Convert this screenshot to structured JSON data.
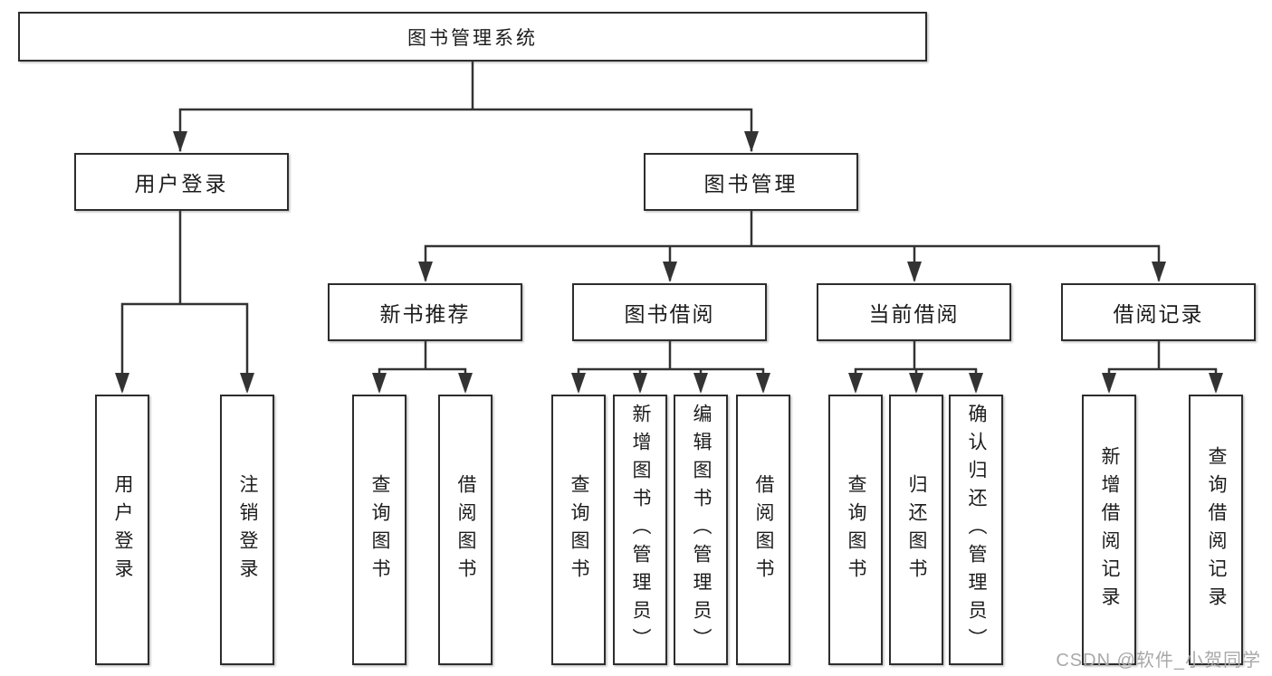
{
  "tree": {
    "root": "图书管理系统",
    "branches": [
      {
        "label": "用户登录",
        "children": [
          "用户登录",
          "注销登录"
        ]
      },
      {
        "label": "图书管理",
        "children": [
          {
            "label": "新书推荐",
            "children": [
              "查询图书",
              "借阅图书"
            ]
          },
          {
            "label": "图书借阅",
            "children": [
              "查询图书",
              "新增图书（管理员）",
              "编辑图书（管理员）",
              "借阅图书"
            ]
          },
          {
            "label": "当前借阅",
            "children": [
              "查询图书",
              "归还图书",
              "确认归还（管理员）"
            ]
          },
          {
            "label": "借阅记录",
            "children": [
              "新增借阅记录",
              "查询借阅记录"
            ]
          }
        ]
      }
    ]
  },
  "watermark": "CSDN @软件_小贺同学",
  "colors": {
    "line": "#333333",
    "box_border": "#2d2d2d",
    "text": "#1c1c1c",
    "watermark": "#a9a9a9",
    "background": "#ffffff"
  }
}
